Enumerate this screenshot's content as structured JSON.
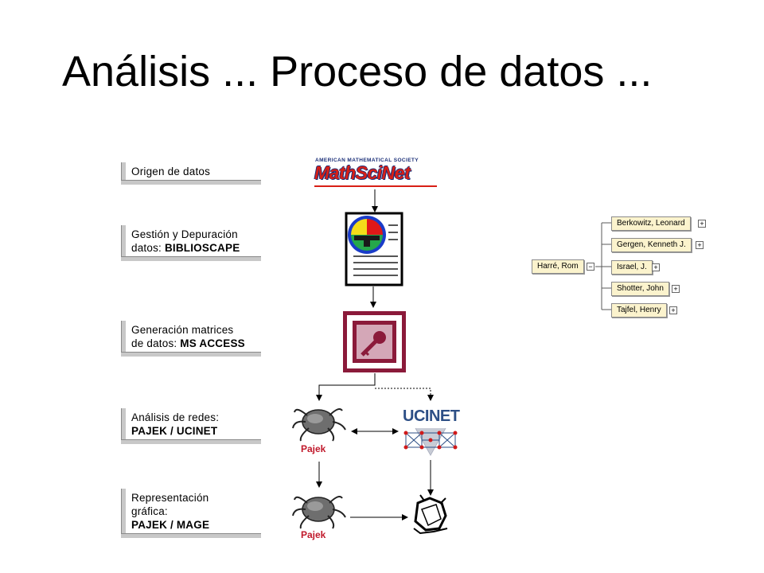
{
  "title": "Análisis ... Proceso de datos ...",
  "steps": [
    {
      "line1": "Origen de datos",
      "line2": "",
      "line2_bold": "",
      "line3": ""
    },
    {
      "line1": "Gestión y Depuración",
      "line2": "datos: ",
      "line2_bold": "BIBLIOSCAPE",
      "line3": ""
    },
    {
      "line1": "Generación matrices",
      "line2": "de datos: ",
      "line2_bold": "MS ACCESS",
      "line3": ""
    },
    {
      "line1": "Análisis de redes:",
      "line2": "",
      "line2_bold": "PAJEK / UCINET",
      "line3": ""
    },
    {
      "line1": "Representación",
      "line2": "gráfica:",
      "line2_bold": "",
      "line3": "PAJEK / MAGE"
    }
  ],
  "logos": {
    "ams_top": "AMERICAN MATHEMATICAL SOCIETY",
    "mathscinet": "MathSciNet",
    "pajek": "Pajek",
    "ucinet": "UCINET"
  },
  "tree": {
    "root": "Harré, Rom",
    "children": [
      "Berkowitz, Leonard",
      "Gergen, Kenneth J.",
      "Israel, J.",
      "Shotter, John",
      "Tajfel, Henry"
    ]
  },
  "colors": {
    "accent_red": "#d81f16",
    "access_maroon": "#8b1a3a",
    "ucinet_blue": "#2d4f86",
    "tree_node": "#fbf3cd"
  }
}
